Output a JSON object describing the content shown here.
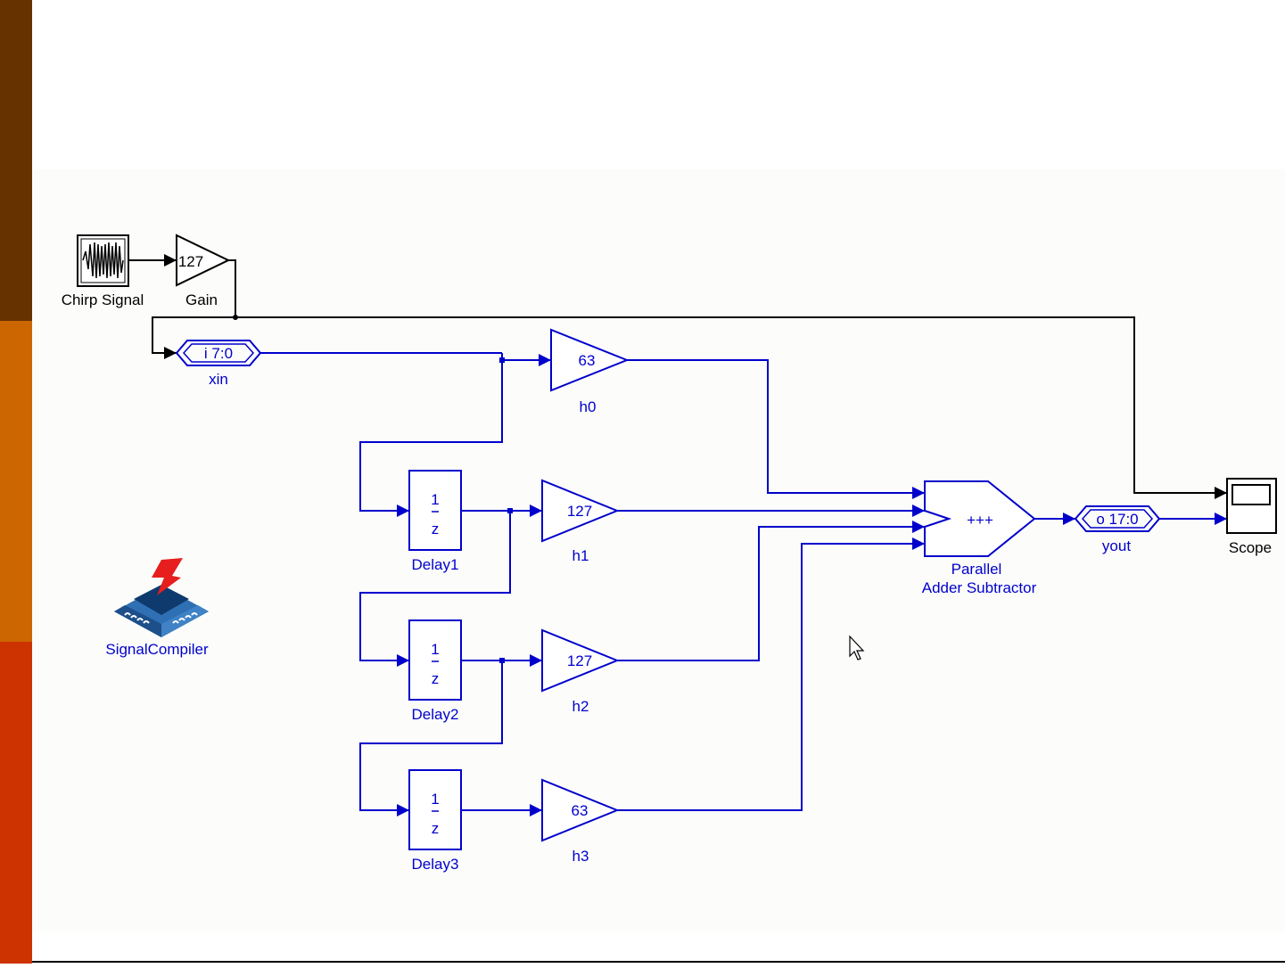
{
  "colors": {
    "side_bar_top": "#663300",
    "side_bar_middle": "#cc6600",
    "side_bar_bottom": "#cc3300",
    "diagram_background": "#fcfdfb",
    "signal_wire_black": "#000000",
    "fixed_point_blue": "#0000cc"
  },
  "blocks": {
    "chirp": {
      "label": "Chirp Signal"
    },
    "gain": {
      "value": "127",
      "label": "Gain"
    },
    "xin": {
      "port": "i 7:0",
      "label": "xin"
    },
    "h0": {
      "value": "63",
      "label": "h0"
    },
    "h1": {
      "value": "127",
      "label": "h1"
    },
    "h2": {
      "value": "127",
      "label": "h2"
    },
    "h3": {
      "value": "63",
      "label": "h3"
    },
    "delay1": {
      "num": "1",
      "den": "z",
      "label": "Delay1"
    },
    "delay2": {
      "num": "1",
      "den": "z",
      "label": "Delay2"
    },
    "delay3": {
      "num": "1",
      "den": "z",
      "label": "Delay3"
    },
    "adder": {
      "ops": "+++",
      "label_line1": "Parallel",
      "label_line2": "Adder Subtractor"
    },
    "yout": {
      "port": "o 17:0",
      "label": "yout"
    },
    "scope": {
      "label": "Scope"
    },
    "signal_compiler": {
      "label": "SignalCompiler",
      "icon": "signal-compiler-icon"
    }
  },
  "cursor": {
    "icon": "mouse-pointer-icon"
  }
}
